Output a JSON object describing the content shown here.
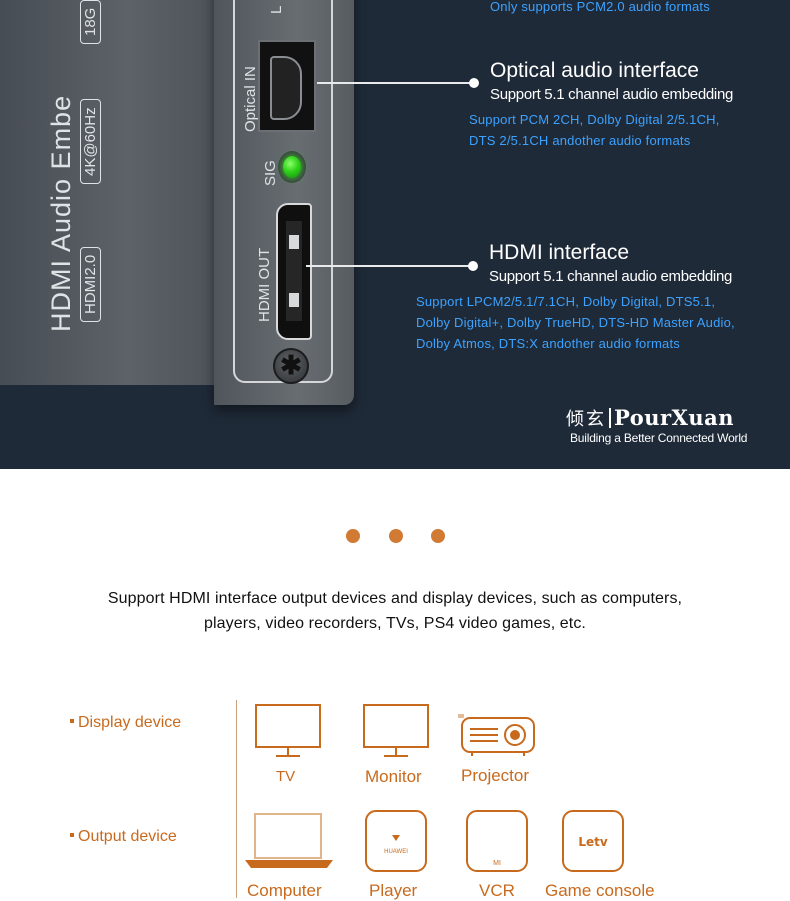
{
  "device": {
    "print_main": "HDMI Audio Embe",
    "print_version": "HDMI2.0",
    "print_resolution": "4K@60Hz",
    "print_partial": "18G",
    "print_top_cut": "L",
    "port_optical_label": "Optical IN",
    "led_label": "SIG",
    "port_hdmi_label": "HDMI OUT"
  },
  "callouts": {
    "top_cut_line": "Only supports PCM2.0 audio formats",
    "optical": {
      "title": "Optical audio interface",
      "subtitle": "Support 5.1 channel audio embedding",
      "lines": [
        "Support PCM 2CH, Dolby Digital 2/5.1CH,",
        "DTS 2/5.1CH andother audio formats"
      ]
    },
    "hdmi": {
      "title": "HDMI interface",
      "subtitle": "Support 5.1 channel audio embedding",
      "lines": [
        "Support LPCM2/5.1/7.1CH, Dolby Digital, DTS5.1,",
        "Dolby Digital+, Dolby TrueHD, DTS-HD Master Audio,",
        "Dolby Atmos, DTS:X andother audio formats"
      ]
    }
  },
  "brand": {
    "cn": "倾玄",
    "en": "PourXuan",
    "tagline": "Building a Better Connected World"
  },
  "description": {
    "line1": "Support HDMI interface output devices and display devices, such as computers,",
    "line2": "players, video recorders, TVs, PS4 video games, etc."
  },
  "categories": {
    "display": {
      "label": "Display device",
      "devices": [
        "TV",
        "Monitor",
        "Projector"
      ]
    },
    "output": {
      "label": "Output device",
      "devices": [
        "Computer",
        "Player",
        "VCR",
        "Game console"
      ]
    }
  },
  "icon_text": {
    "player_logo": "HUAWEI",
    "vcr_logo": "MI",
    "console_logo": "Letv"
  },
  "colors": {
    "accent_orange": "#c86a1e",
    "dot_orange": "#d07a33",
    "spec_blue": "#3ca2ff",
    "banner_bg": "#1f2a38"
  }
}
